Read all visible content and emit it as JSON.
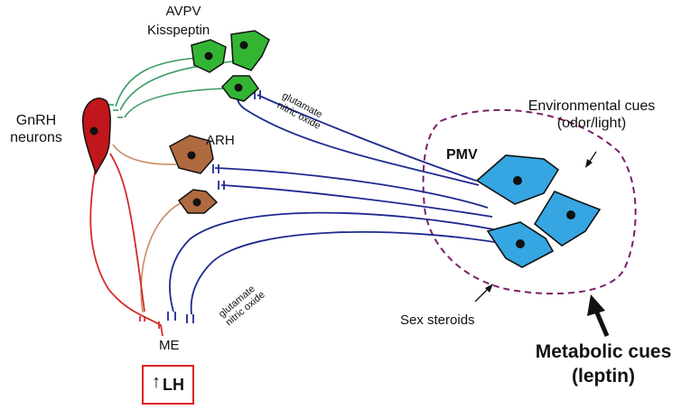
{
  "labels": {
    "avpv_line1": "AVPV",
    "avpv_line2": "Kisspeptin",
    "gnrh_line1": "GnRH",
    "gnrh_line2": "neurons",
    "arh": "ARH",
    "pmv": "PMV",
    "glutamate_top_line1": "glutamate",
    "glutamate_top_line2": "nitric oxide",
    "glutamate_bottom_line1": "glutamate",
    "glutamate_bottom_line2": "nitric oxide",
    "environmental_line1": "Environmental cues",
    "environmental_line2": "(odor/light)",
    "sex_steroids": "Sex steroids",
    "metabolic_line1": "Metabolic cues",
    "metabolic_line2": "(leptin)",
    "me": "ME",
    "lh_arrow": "↑",
    "lh": "LH"
  },
  "colors": {
    "gnrh_cell": "#c0161c",
    "gnrh_fiber": "#d42a2a",
    "avpv_cell": "#33b533",
    "avpv_fiber": "#3a9a64",
    "arh_cell": "#b06a40",
    "arh_fiber": "#c88a60",
    "pmv_cell": "#35a6e2",
    "pmv_fiber": "#1f2a8f",
    "region_outline": "#7a1f6a",
    "lh_box": "#e0191c"
  }
}
